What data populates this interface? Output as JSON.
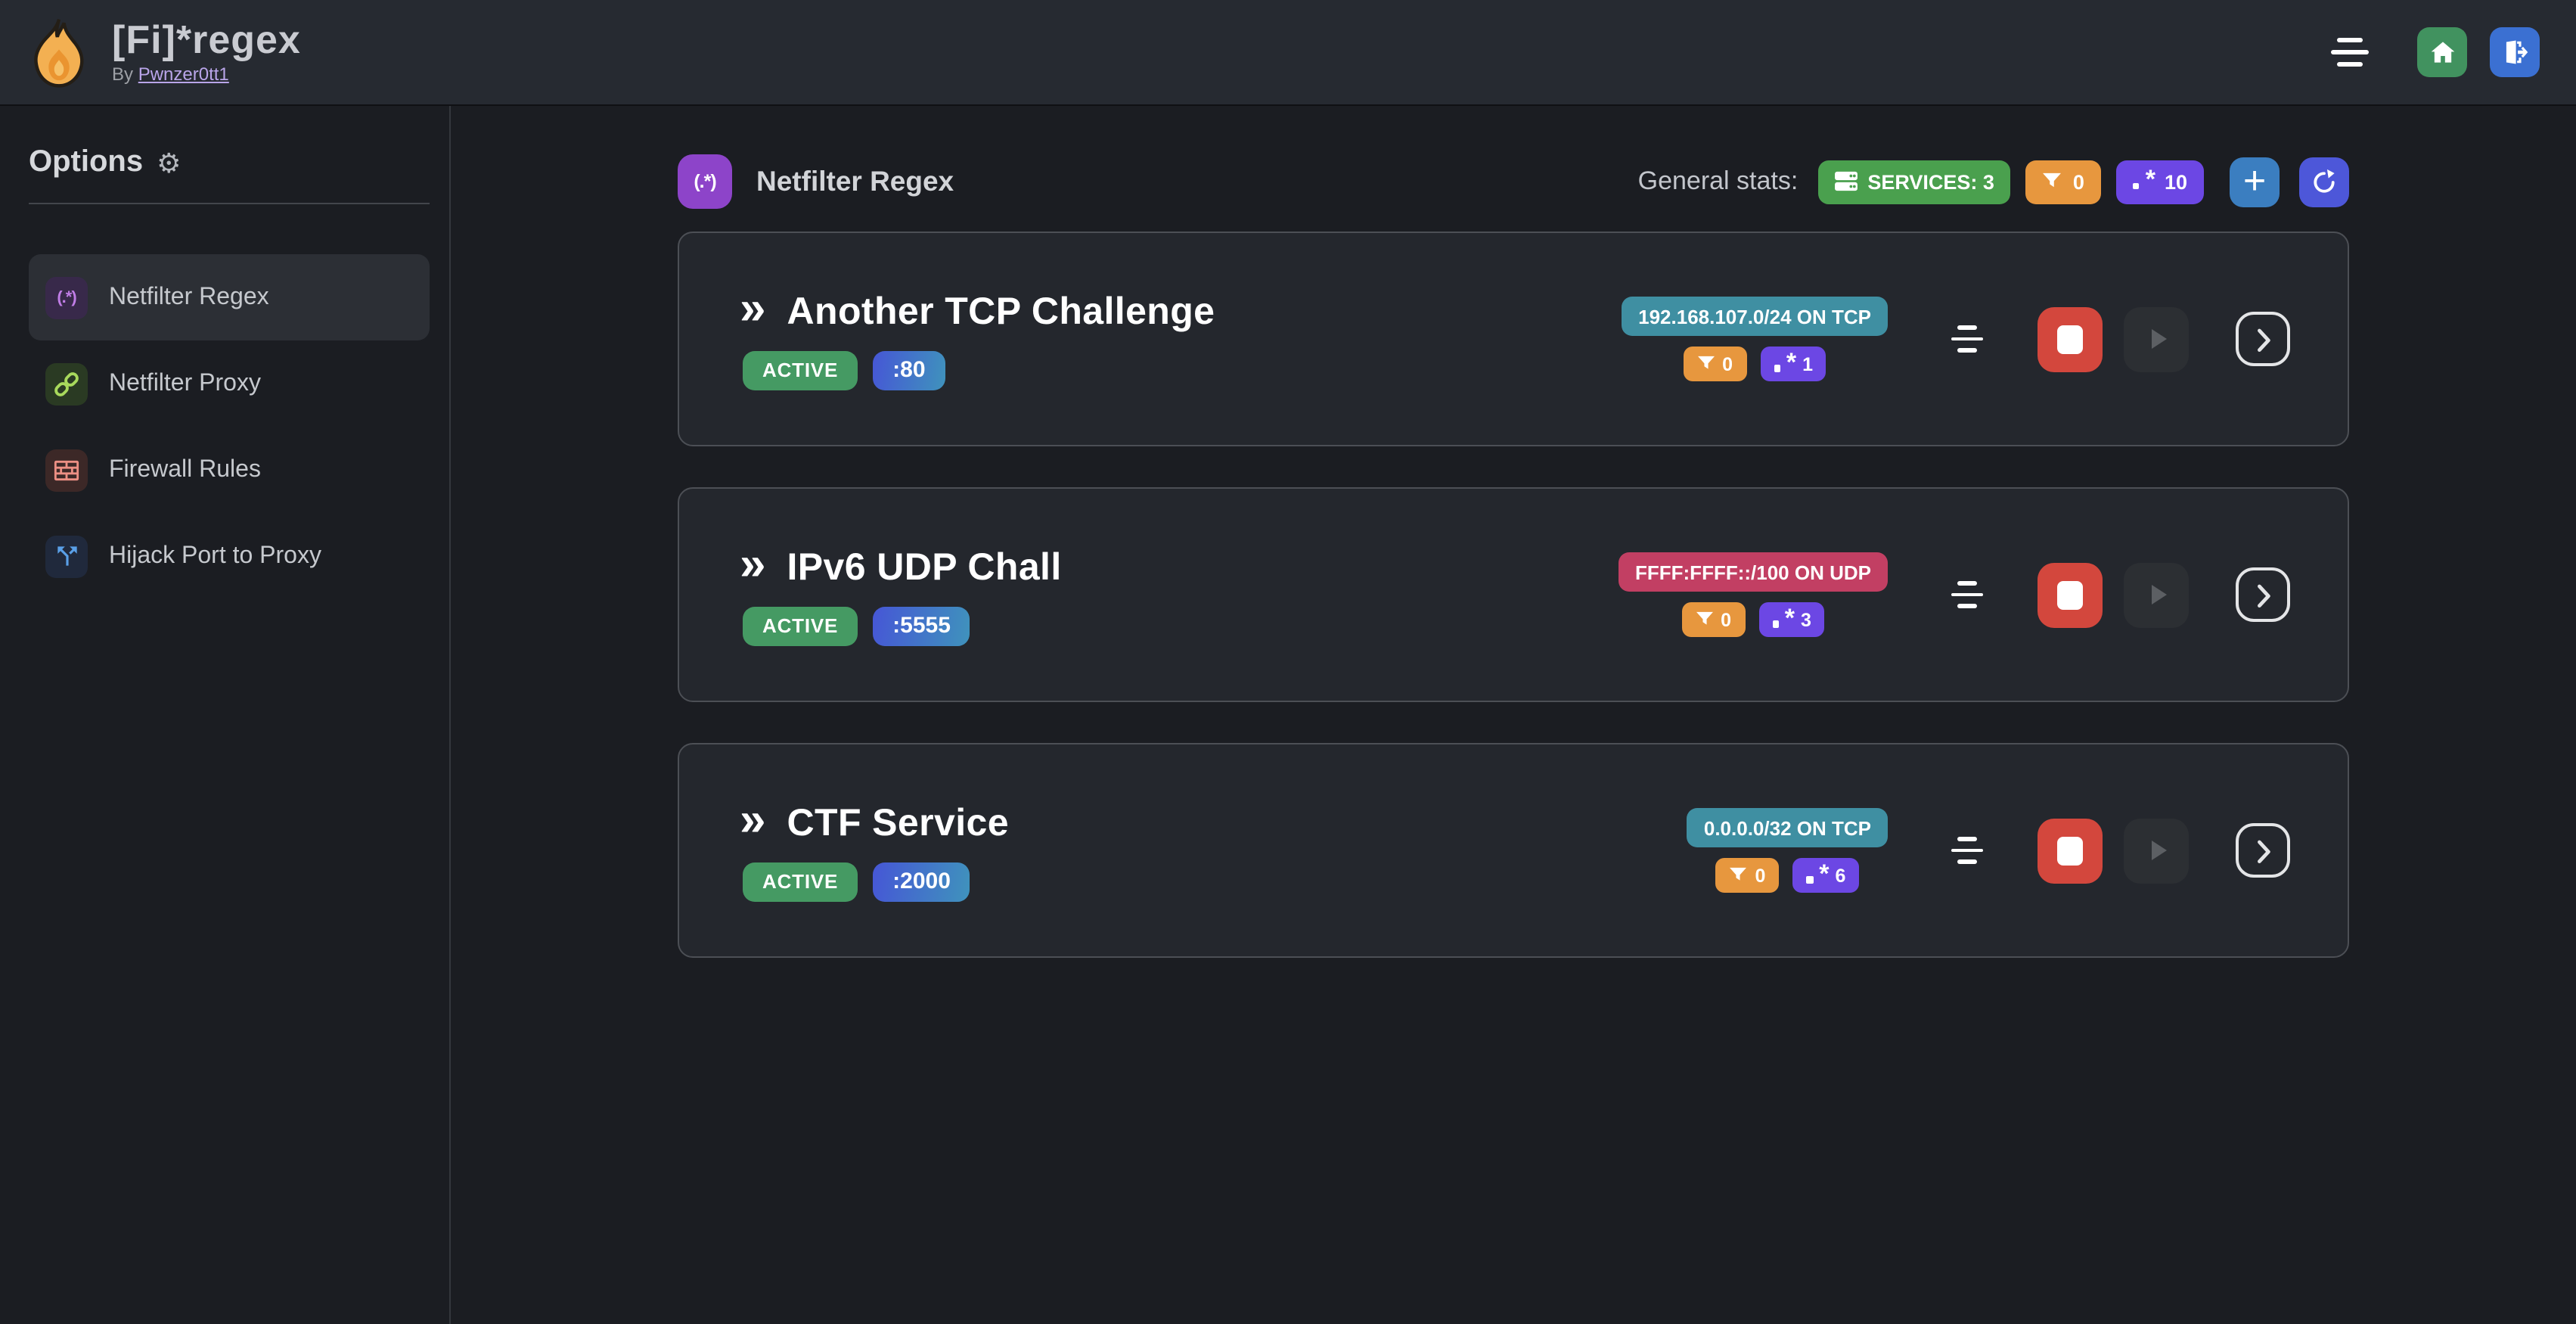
{
  "app": {
    "title": "[Fi]*regex",
    "byline_prefix": "By",
    "byline_link": "Pwnzer0tt1"
  },
  "sidebar": {
    "heading": "Options",
    "items": [
      {
        "label": "Netfilter Regex",
        "selected": true
      },
      {
        "label": "Netfilter Proxy",
        "selected": false
      },
      {
        "label": "Firewall Rules",
        "selected": false
      },
      {
        "label": "Hijack Port to Proxy",
        "selected": false
      }
    ]
  },
  "main": {
    "section_title": "Netfilter Regex",
    "stats_label": "General stats:",
    "stats": {
      "services": "SERVICES: 3",
      "filters": "0",
      "regexes": "10"
    }
  },
  "services": [
    {
      "name": "Another TCP Challenge",
      "status": "ACTIVE",
      "port": ":80",
      "target": "192.168.107.0/24 ON TCP",
      "target_variant": "teal",
      "filters": "0",
      "regexes": "1"
    },
    {
      "name": "IPv6 UDP Chall",
      "status": "ACTIVE",
      "port": ":5555",
      "target": "FFFF:FFFF::/100 ON UDP",
      "target_variant": "pink",
      "filters": "0",
      "regexes": "3"
    },
    {
      "name": "CTF Service",
      "status": "ACTIVE",
      "port": ":2000",
      "target": "0.0.0.0/32 ON TCP",
      "target_variant": "teal",
      "filters": "0",
      "regexes": "6"
    }
  ],
  "icons": {
    "gear": "⚙",
    "double_chevron": "»",
    "plus": "+",
    "regex_paren": "(.*)"
  },
  "colors": {
    "page_bg": "#1b1d22",
    "topbar_bg": "#262a31",
    "card_bg": "#24272d",
    "card_border": "#4c4f55",
    "active_green": "#459a63",
    "services_green": "#4aa04e",
    "filter_orange": "#e7973e",
    "regex_purple": "#6c47e4",
    "target_teal": "#3f8fa2",
    "target_pink": "#c23f63",
    "port_gradient_start": "#4656d6",
    "port_gradient_end": "#3f93bc",
    "stop_red": "#d3473d",
    "home_green": "#41925f",
    "logout_blue": "#3b70d2",
    "add_blue": "#3b7ec0",
    "refresh_indigo": "#4d57d9",
    "section_purple": "#8d44c9",
    "link_purple": "#b9a5e9"
  }
}
